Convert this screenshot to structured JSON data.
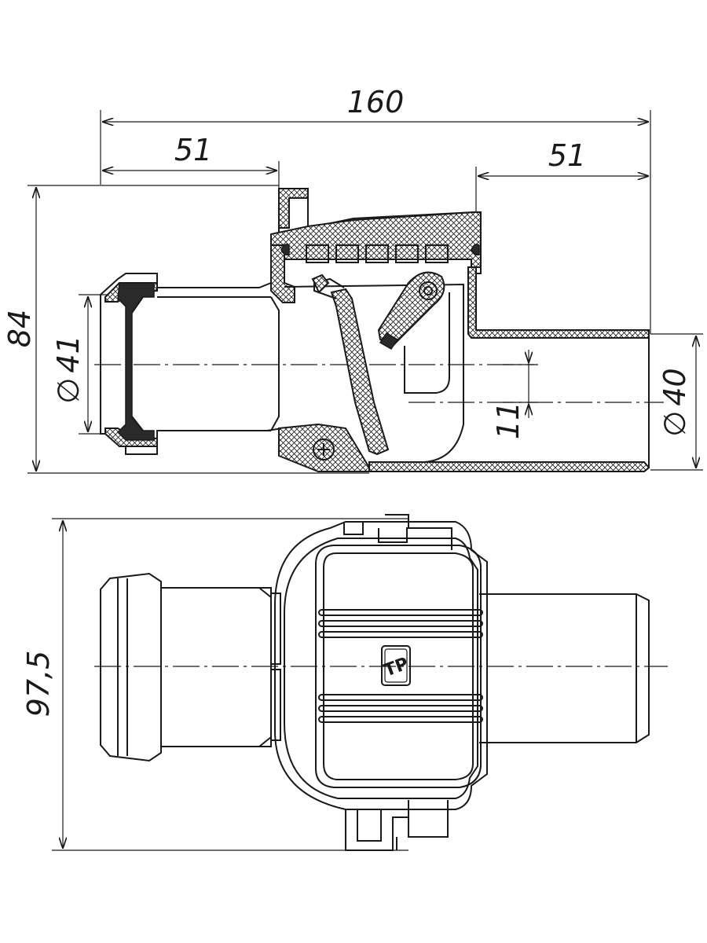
{
  "dimensions": {
    "total_length": "160",
    "inlet_length": "51",
    "outlet_length": "51",
    "height": "84",
    "inlet_diameter": "41",
    "outlet_diameter": "40",
    "axis_offset": "11",
    "width_top_view": "97,5"
  },
  "symbols": {
    "diameter": "∅"
  },
  "logo": {
    "text": "TP"
  }
}
